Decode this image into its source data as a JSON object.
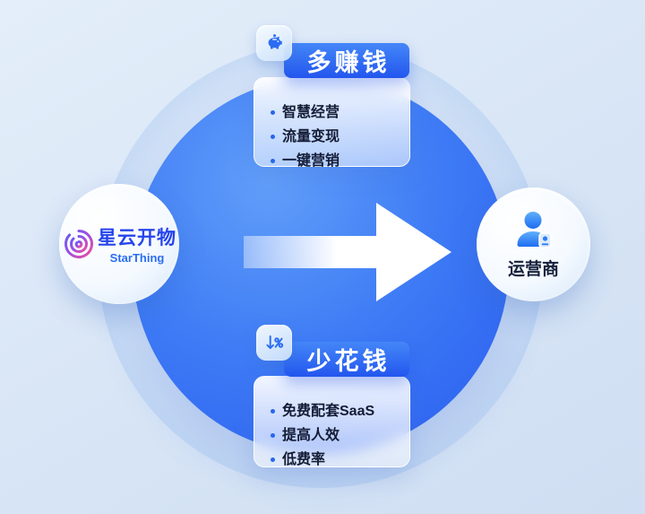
{
  "brand": {
    "name_cn": "星云开物",
    "name_en": "StarThing"
  },
  "operator": {
    "label": "运营商"
  },
  "earn_more": {
    "badge": "多赚钱",
    "icon": "piggy-bank-icon",
    "items": [
      "智慧经营",
      "流量变现",
      "一键营销"
    ]
  },
  "spend_less": {
    "badge": "少花钱",
    "icon": "discount-down-icon",
    "items": [
      "免费配套SaaS",
      "提高人效",
      "低费率"
    ]
  },
  "colors": {
    "accent_blue": "#2b6cf3",
    "circle_blue": "#3e7bf5",
    "badge_blue": "#2f63f0",
    "background": "#d9e6f6",
    "text_dark": "#141c36",
    "logo_purple": "#5f5bf7",
    "logo_pink": "#ef4f9b"
  }
}
